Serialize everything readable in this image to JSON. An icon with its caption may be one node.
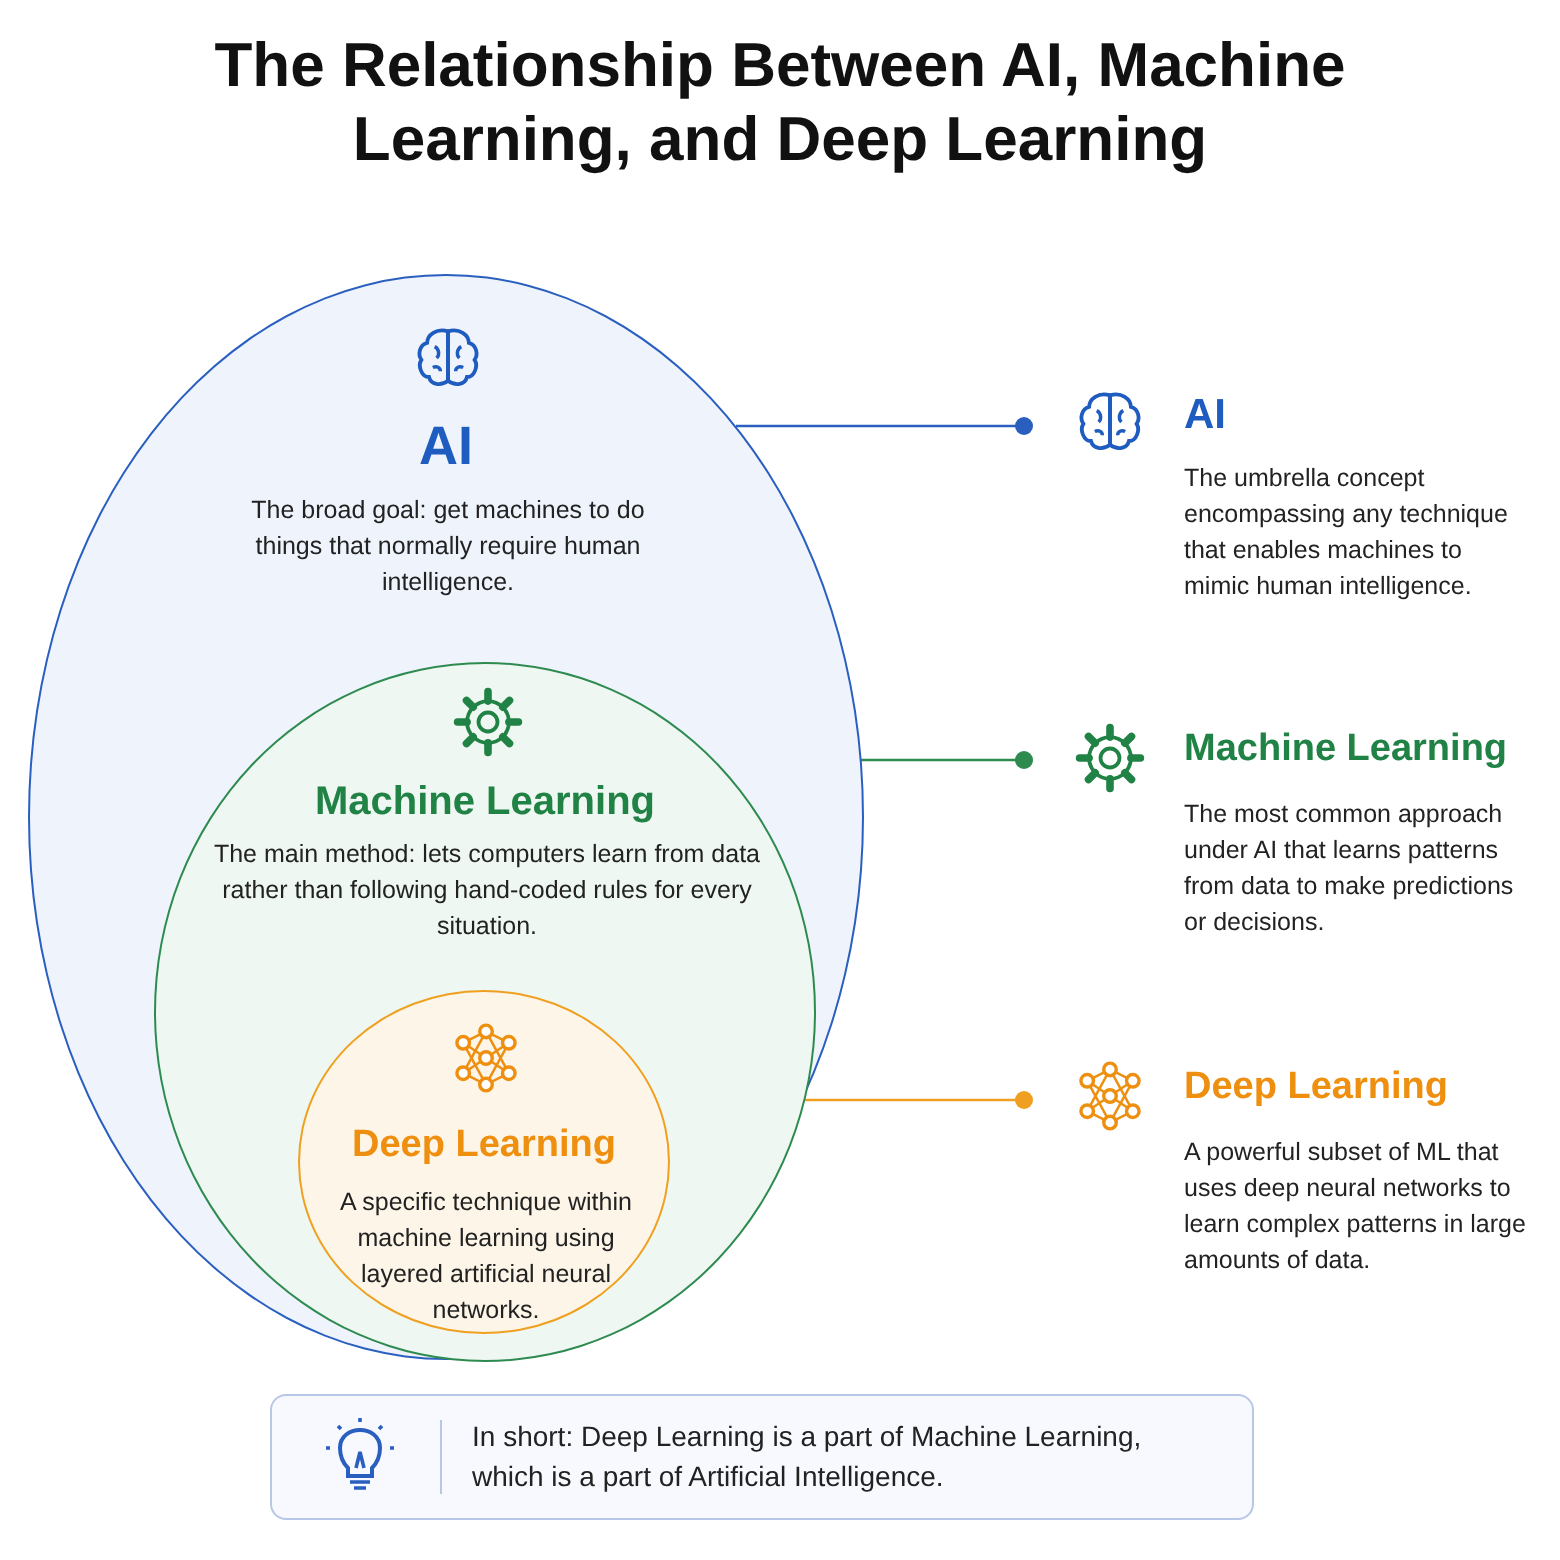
{
  "diagram": {
    "title": "The Relationship Between AI, Machine Learning, and Deep Learning",
    "nodes": [
      {
        "text": [
          "AI",
          "The broad goal: get machines to do things that normally require human intelligence."
        ]
      },
      {
        "text": [
          "Machine Learning",
          "The main method: lets computers learn from data rather than following hand-coded rules for every situation."
        ],
        "in": 0
      },
      {
        "text": [
          "Deep Learning",
          "A specific technique within machine learning using layered artificial neural networks."
        ],
        "in": 1
      },
      {
        "text": [
          "AI",
          "The umbrella concept encompassing any technique that enables machines to mimic human intelligence."
        ]
      },
      {
        "text": [
          "Machine Learning",
          "The most common approach under AI that learns patterns from data to make predictions or decisions."
        ]
      },
      {
        "text": [
          "Deep Learning",
          "A powerful subset of ML that uses deep neural networks to learn complex patterns in large amounts of data."
        ]
      },
      {
        "text": [
          "In short: Deep Learning is a part of Machine Learning, which is a part of Artificial Intelligence."
        ]
      }
    ],
    "edges": [
      {
        "from": 0,
        "to": 3,
        "arrow": "other",
        "color": "#2a5fc0"
      },
      {
        "from": 1,
        "to": 4,
        "arrow": "other",
        "color": "#2e8b50"
      },
      {
        "from": 2,
        "to": 5,
        "arrow": "other",
        "color": "#f0a020"
      }
    ]
  }
}
